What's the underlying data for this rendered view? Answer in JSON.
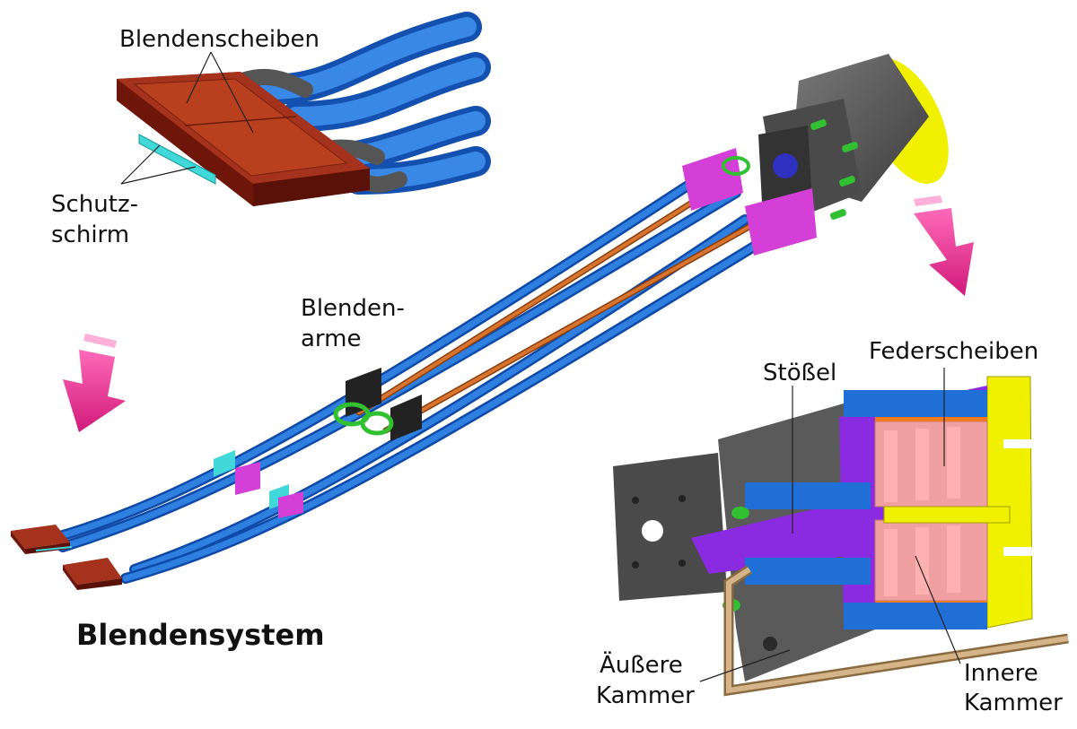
{
  "title": "Blendensystem",
  "labels": {
    "blendenscheiben": "Blendenscheiben",
    "schutzschirm_1": "Schutz-",
    "schutzschirm_2": "schirm",
    "blendenarme_1": "Blenden-",
    "blendenarme_2": "arme",
    "stoessel": "Stößel",
    "federscheiben": "Federscheiben",
    "aeussere_kammer_1": "Äußere",
    "aeussere_kammer_2": "Kammer",
    "innere_kammer_1": "Innere",
    "innere_kammer_2": "Kammer"
  },
  "colors": {
    "tube_blue": "#1f6fd6",
    "rod_orange": "#c8641e",
    "plate_red": "#a0301a",
    "bracket_magenta": "#d43fd8",
    "ring_green": "#3cc83c",
    "housing_gray": "#5a5a5a",
    "cap_yellow": "#f0f000",
    "arrow_pink": "#e8349a",
    "piston_purple": "#8a2be2",
    "disc_pink": "#f0a0a0",
    "shield_cyan": "#40d8d8",
    "pipe_tan": "#c8a878"
  }
}
